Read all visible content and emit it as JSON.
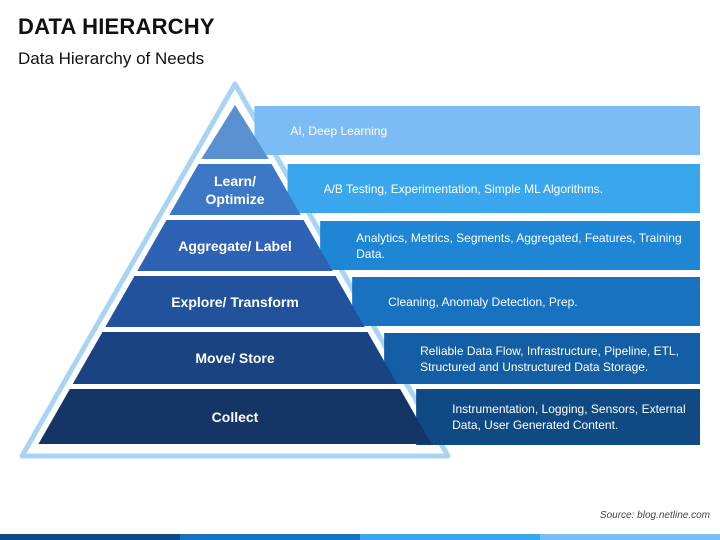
{
  "title": "DATA HIERARCHY",
  "subtitle": "Data Hierarchy of Needs",
  "source": "Source: blog.netline.com",
  "colors": {
    "outline": "#a8d4f4",
    "levels": [
      "#5a8fd0",
      "#3d78c6",
      "#2f62b4",
      "#22529c",
      "#1a4382",
      "#143566"
    ],
    "boxes": [
      "#7cbcf4",
      "#3aa6ee",
      "#1f86d6",
      "#1972c0",
      "#135ea4",
      "#0f4a84"
    ],
    "footer": [
      "#0f4a84",
      "#1972c0",
      "#3aa6ee",
      "#7cbcf4"
    ]
  },
  "levels": [
    {
      "label": "",
      "description": "AI, Deep Learning"
    },
    {
      "label": "Learn/\nOptimize",
      "description": "A/B Testing, Experimentation, Simple ML Algorithms."
    },
    {
      "label": "Aggregate/ Label",
      "description": "Analytics, Metrics, Segments, Aggregated, Features, Training Data."
    },
    {
      "label": "Explore/ Transform",
      "description": "Cleaning, Anomaly Detection, Prep."
    },
    {
      "label": "Move/ Store",
      "description": "Reliable Data Flow, Infrastructure, Pipeline, ETL, Structured and Unstructured Data Storage."
    },
    {
      "label": "Collect",
      "description": "Instrumentation, Logging, Sensors, External Data, User Generated Content."
    }
  ]
}
